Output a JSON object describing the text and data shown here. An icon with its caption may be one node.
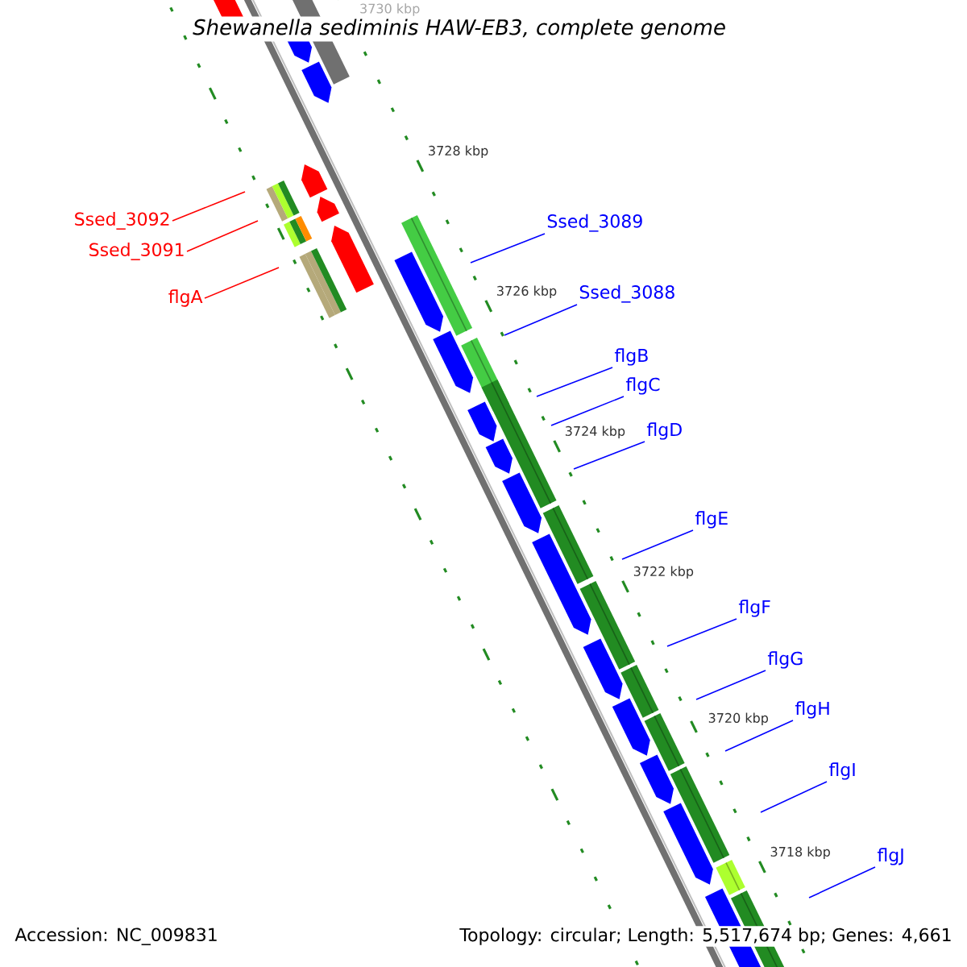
{
  "diagram": {
    "title": "Shewanella sediminis HAW-EB3, complete genome",
    "nodes": [
      {
        "text": [
          "Ssed_3092"
        ]
      },
      {
        "text": [
          "Ssed_3091"
        ]
      },
      {
        "text": [
          "flgA"
        ]
      },
      {
        "text": [
          "Ssed_3089"
        ]
      },
      {
        "text": [
          "Ssed_3088"
        ]
      },
      {
        "text": [
          "flgB"
        ]
      },
      {
        "text": [
          "flgC"
        ]
      },
      {
        "text": [
          "flgD"
        ]
      },
      {
        "text": [
          "flgE"
        ]
      },
      {
        "text": [
          "flgF"
        ]
      },
      {
        "text": [
          "flgG"
        ]
      },
      {
        "text": [
          "flgH"
        ]
      },
      {
        "text": [
          "flgI"
        ]
      },
      {
        "text": [
          "flgJ"
        ]
      }
    ],
    "edges": [
      {
        "from": 0,
        "to": null,
        "arrow": "none",
        "color": "#ff0000"
      },
      {
        "from": 1,
        "to": null,
        "arrow": "none",
        "color": "#ff0000"
      },
      {
        "from": 2,
        "to": null,
        "arrow": "none",
        "color": "#ff0000"
      },
      {
        "from": 3,
        "to": null,
        "arrow": "none"
      },
      {
        "from": 4,
        "to": null,
        "arrow": "none"
      },
      {
        "from": 5,
        "to": null,
        "arrow": "none"
      },
      {
        "from": 6,
        "to": null,
        "arrow": "none"
      },
      {
        "from": 7,
        "to": null,
        "arrow": "none"
      },
      {
        "from": 8,
        "to": null,
        "arrow": "none"
      },
      {
        "from": 9,
        "to": null,
        "arrow": "none"
      },
      {
        "from": 10,
        "to": null,
        "arrow": "none"
      },
      {
        "from": 11,
        "to": null,
        "arrow": "none"
      },
      {
        "from": 12,
        "to": null,
        "arrow": "none"
      },
      {
        "from": 13,
        "to": null,
        "arrow": "none"
      }
    ],
    "labels": [
      "3730 kbp",
      "3728 kbp",
      "3726 kbp",
      "3724 kbp",
      "3722 kbp",
      "3720 kbp",
      "3718 kbp",
      "Accession: NC_009831",
      "Topology: circular; Length: 5,517,674 bp; Genes: 4,661"
    ]
  }
}
